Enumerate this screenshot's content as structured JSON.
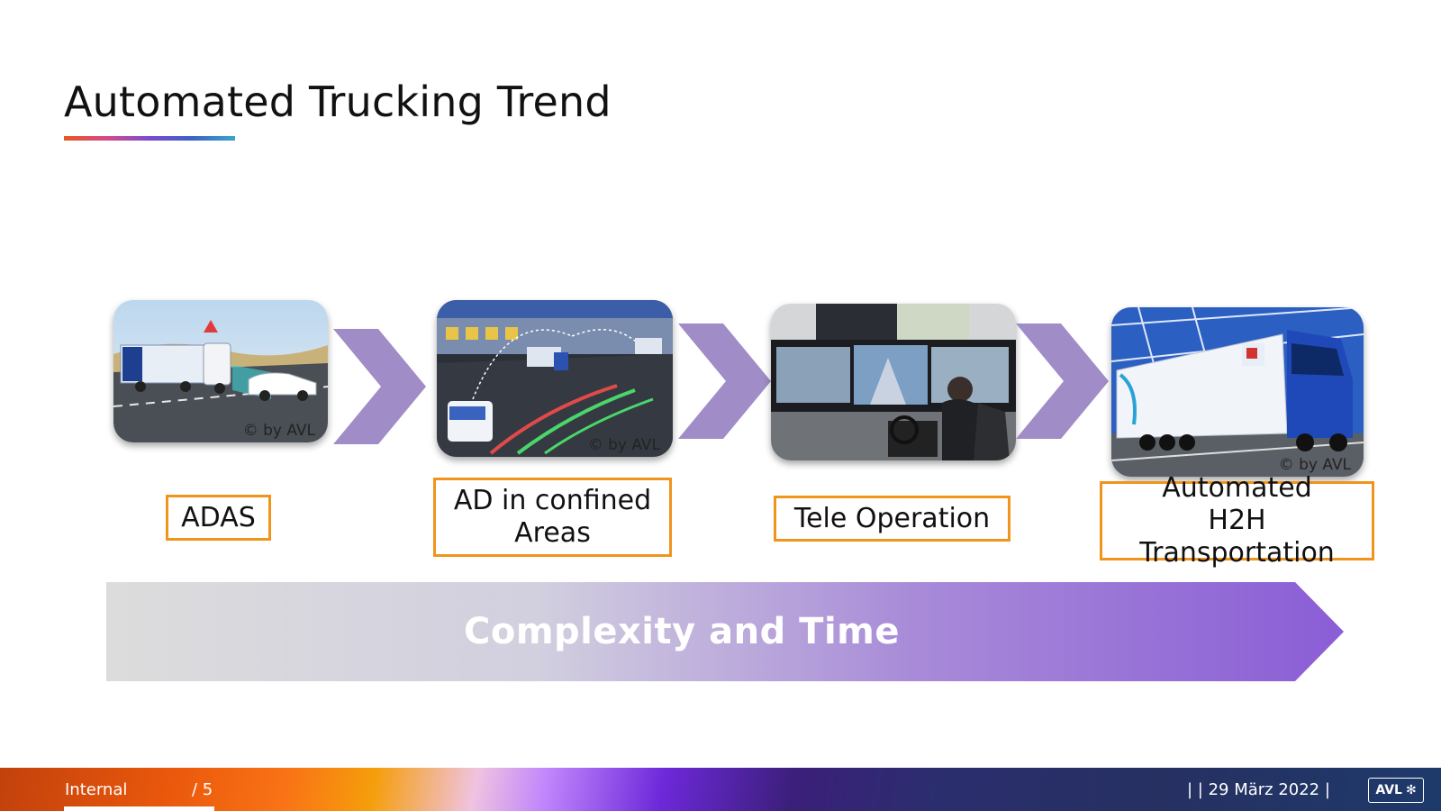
{
  "slide": {
    "title": "Automated Trucking Trend"
  },
  "stages": [
    {
      "label": "ADAS",
      "copyright": "© by AVL"
    },
    {
      "label": "AD in confined Areas",
      "copyright": "© by AVL"
    },
    {
      "label": "Tele Operation",
      "copyright": ""
    },
    {
      "label": "Automated H2H Transportation",
      "copyright": "© by AVL"
    }
  ],
  "progress_arrow": {
    "label": "Complexity and Time"
  },
  "footer": {
    "classification": "Internal",
    "page": "/ 5",
    "date": "|   | 29 März 2022 |",
    "logo_text": "AVL"
  },
  "colors": {
    "label_border": "#f0941c",
    "chevron": "#a08cc6",
    "arrow_start": "#dcdcdc",
    "arrow_end": "#8a5dd6"
  },
  "icons": [
    "avl-logo-icon",
    "snowflake-icon"
  ]
}
